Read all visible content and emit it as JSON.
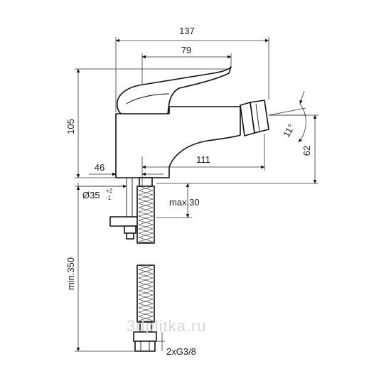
{
  "drawing": {
    "dimensions": {
      "overall_width": "137",
      "lever_length": "79",
      "total_height": "105",
      "base_offset": "46",
      "spout_reach": "111",
      "tilt_angle": "11°",
      "spout_height": "62",
      "mount_hole": "Ø35",
      "mount_hole_tol_upper": "+2",
      "mount_hole_tol_lower": "-1",
      "max_thickness": "max.30",
      "hose_length": "min.350",
      "connection": "2xG3/8"
    },
    "watermark": "3dplitka.ru"
  }
}
